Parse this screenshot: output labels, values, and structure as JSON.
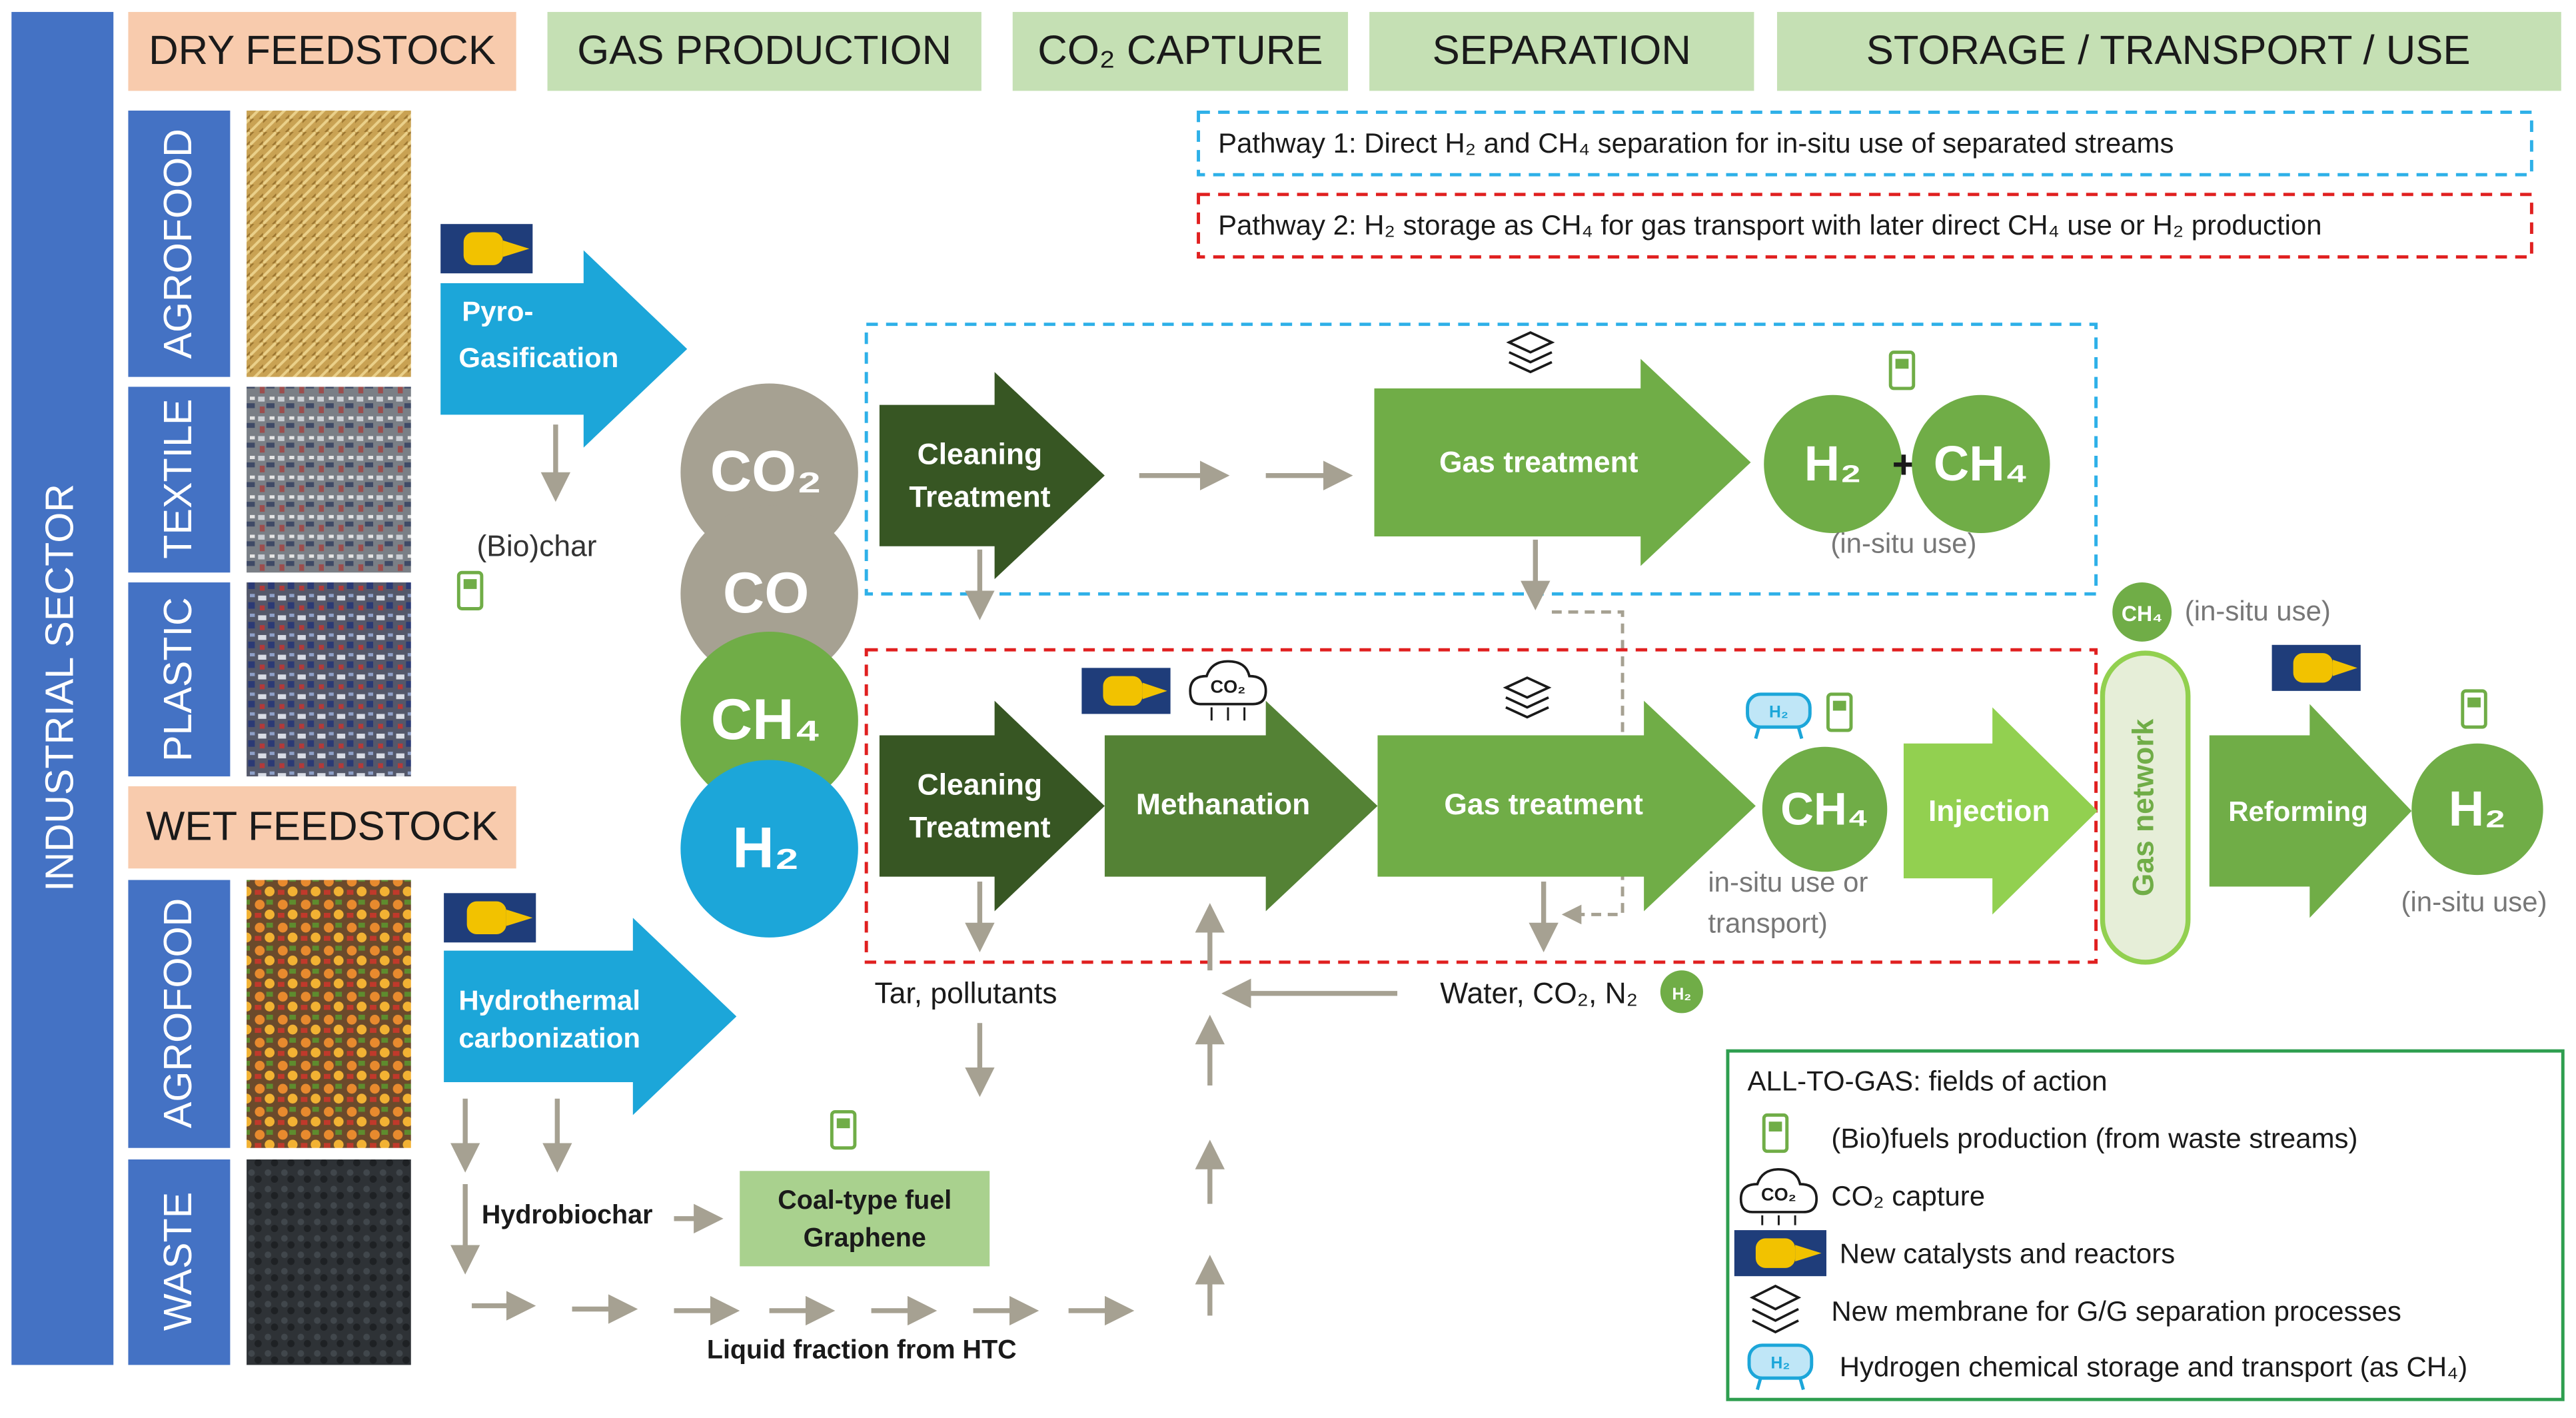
{
  "sector": "INDUSTRIAL SECTOR",
  "headers": {
    "dry_feedstock": "DRY FEEDSTOCK",
    "gas_production": "GAS PRODUCTION",
    "co2_capture": "CO₂ CAPTURE",
    "separation": "SEPARATION",
    "storage": "STORAGE / TRANSPORT / USE",
    "wet_feedstock": "WET FEEDSTOCK"
  },
  "feedstocks": {
    "dry": [
      "AGROFOOD",
      "TEXTILE",
      "PLASTIC"
    ],
    "wet": [
      "AGROFOOD",
      "WASTE"
    ]
  },
  "pathways": {
    "p1": "Pathway 1: Direct H₂ and CH₄ separation for in-situ use of separated streams",
    "p2": "Pathway 2: H₂ storage as CH₄ for gas transport with later direct CH₄ use or H₂ production"
  },
  "processes": {
    "pyro_1": "Pyro-",
    "pyro_2": "Gasification",
    "biochar": "(Bio)char",
    "htc_1": "Hydrothermal",
    "htc_2": "carbonization",
    "hydrobiochar": "Hydrobiochar",
    "coal_1": "Coal-type fuel",
    "coal_2": "Graphene",
    "liquid": "Liquid fraction from HTC"
  },
  "gases": {
    "co2": "CO₂",
    "co": "CO",
    "ch4": "CH₄",
    "h2": "H₂"
  },
  "pathway1": {
    "cleaning_1": "Cleaning",
    "cleaning_2": "Treatment",
    "gas_treatment": "Gas treatment",
    "h2": "H₂",
    "plus": "+",
    "ch4": "CH₄",
    "use": "(in-situ use)"
  },
  "pathway2": {
    "cleaning_1": "Cleaning",
    "cleaning_2": "Treatment",
    "methanation": "Methanation",
    "gas_treatment": "Gas treatment",
    "ch4": "CH₄",
    "use_1": "in-situ use or",
    "use_2": "transport)",
    "injection": "Injection",
    "network": "Gas network",
    "ch4_small": "CH₄",
    "ch4_use": "(in-situ use)",
    "reforming": "Reforming",
    "h2": "H₂",
    "h2_use": "(in-situ use)",
    "tar": "Tar, pollutants",
    "water": "Water, CO₂, N₂",
    "h2_badge": "H₂"
  },
  "icons": {
    "co2_cloud": "CO₂",
    "h2_tank": "H₂"
  },
  "legend": {
    "title": "ALL-TO-GAS: fields of action",
    "items": [
      "(Bio)fuels production (from waste streams)",
      "CO₂ capture",
      "New catalysts and reactors",
      "New membrane for G/G separation processes",
      "Hydrogen chemical storage and transport (as CH₄)"
    ]
  },
  "colors": {
    "sector_blue": "#4472C4",
    "feedstock_peach": "#F8CBAD",
    "header_green": "#C5E0B4",
    "process_blue": "#1CA6D9",
    "dark_green": "#375623",
    "mid_green": "#548235",
    "green": "#70AD47",
    "light_green": "#92D050",
    "grey": "#A6A192",
    "pathway1_border": "#2EB0E8",
    "pathway2_border": "#E02020"
  }
}
